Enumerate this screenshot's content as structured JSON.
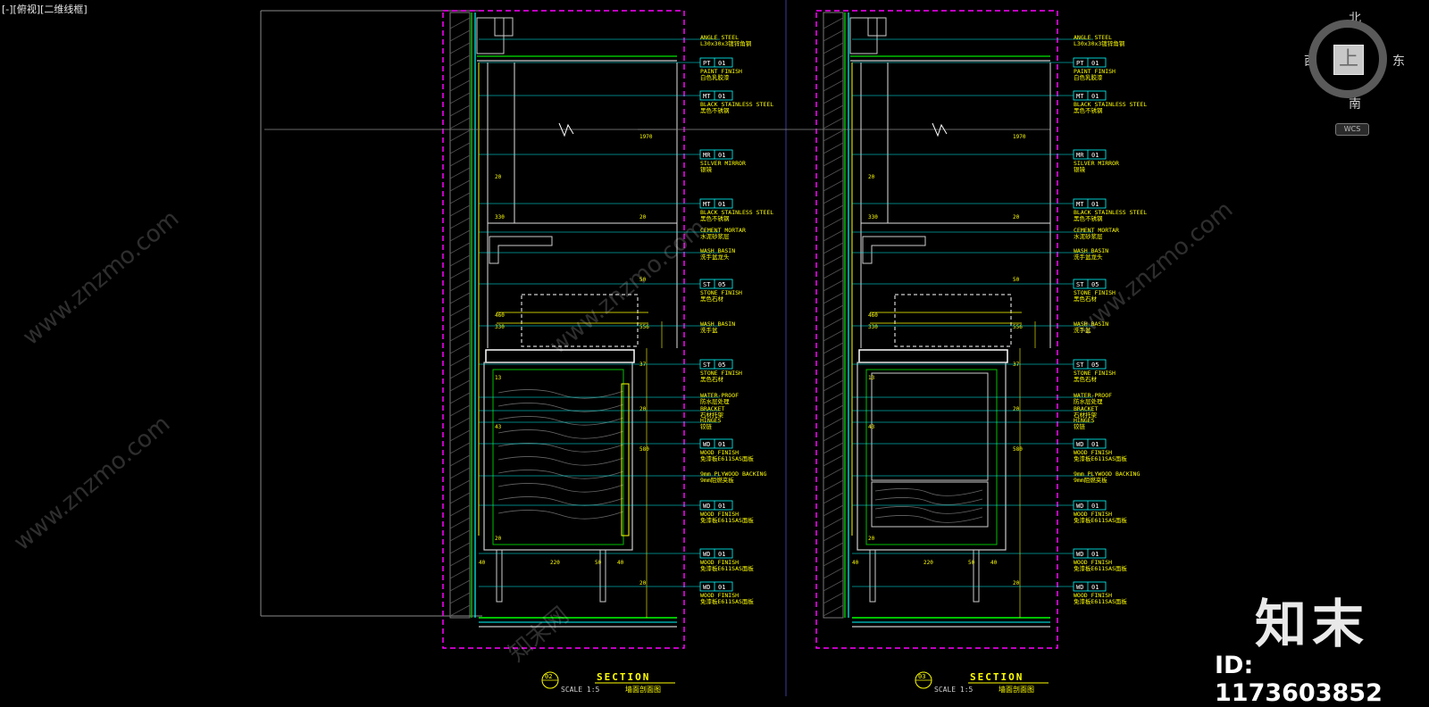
{
  "view_label": "[-][俯视][二维线框]",
  "viewcube": {
    "north": "北",
    "south": "南",
    "west": "西",
    "east": "东",
    "top_face": "上",
    "wcs": "WCS"
  },
  "colors": {
    "background": "#000000",
    "frame": "#ff00ff",
    "text": "#ffff00",
    "leader": "#00ffff",
    "grid": "#3a3aa0"
  },
  "tags": [
    {
      "code": "PT",
      "num": "01"
    },
    {
      "code": "MT",
      "num": "01"
    },
    {
      "code": "MR",
      "num": "01"
    },
    {
      "code": "MT",
      "num": "01"
    },
    {
      "code": "ST",
      "num": "05"
    },
    {
      "code": "ST",
      "num": "05"
    },
    {
      "code": "WD",
      "num": "01"
    },
    {
      "code": "WD",
      "num": "01"
    },
    {
      "code": "WD",
      "num": "01"
    },
    {
      "code": "WD",
      "num": "01"
    }
  ],
  "notes": [
    {
      "en": "ANGLE STEEL",
      "cn": "L30x30x3镀锌角钢"
    },
    {
      "en": "PAINT FINISH",
      "cn": "白色乳胶漆"
    },
    {
      "en": "BLACK STAINLESS STEEL",
      "cn": "黑色不锈钢"
    },
    {
      "en": "SILVER MIRROR",
      "cn": "银镜"
    },
    {
      "en": "BLACK STAINLESS STEEL",
      "cn": "黑色不锈钢"
    },
    {
      "en": "CEMENT MORTAR",
      "cn": "水泥砂浆层"
    },
    {
      "en": "WASH BASIN",
      "cn": "洗手盆龙头"
    },
    {
      "en": "STONE FINISH",
      "cn": "黑色石材"
    },
    {
      "en": "WASH BASIN",
      "cn": "洗手盆"
    },
    {
      "en": "STONE FINISH",
      "cn": "黑色石材"
    },
    {
      "en": "WATER-PROOF",
      "cn": "防水层处理"
    },
    {
      "en": "BRACKET",
      "cn": "石材托架"
    },
    {
      "en": "HINGES",
      "cn": "铰链"
    },
    {
      "en": "WOOD FINISH",
      "cn": "免漆板E611SAS面板"
    },
    {
      "en": "9mm PLYWOOD BACKING",
      "cn": "9mm阻燃夹板"
    },
    {
      "en": "WOOD FINISH",
      "cn": "免漆板E611SAS面板"
    },
    {
      "en": "WOOD FINISH",
      "cn": "免漆板E611SAS面板"
    },
    {
      "en": "WOOD FINISH",
      "cn": "免漆板E611SAS面板"
    }
  ],
  "dims": [
    "1970",
    "20",
    "20",
    "330",
    "50",
    "460",
    "556",
    "330",
    "37",
    "13",
    "20",
    "43",
    "580",
    "40",
    "220",
    "50",
    "40",
    "20",
    "20"
  ],
  "sections": [
    {
      "num": "02",
      "title": "SECTION",
      "scale": "SCALE 1:5",
      "cn": "墙面剖面图"
    },
    {
      "num": "03",
      "title": "SECTION",
      "scale": "SCALE 1:5",
      "cn": "墙面剖面图"
    }
  ],
  "watermark": {
    "logo": "知末",
    "id": "ID: 1173603852",
    "url": "www.znzmo.com",
    "cn": "知末网"
  }
}
